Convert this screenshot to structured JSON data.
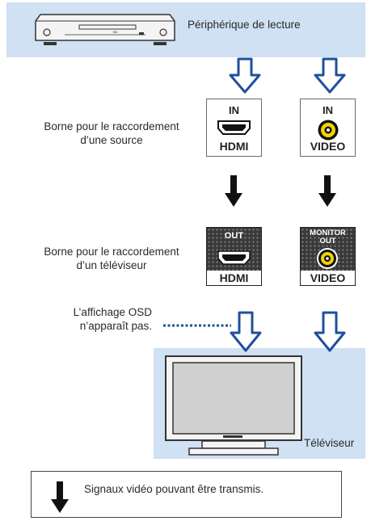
{
  "playback_device": {
    "label": "Périphérique de lecture",
    "icon": "blu-ray-player-icon"
  },
  "source_terminal": {
    "caption_line1": "Borne pour le raccordement",
    "caption_line2": "d’une source",
    "hdmi": {
      "top": "IN",
      "bottom": "HDMI"
    },
    "video": {
      "top": "IN",
      "bottom": "VIDEO"
    }
  },
  "tv_terminal": {
    "caption_line1": "Borne pour le raccordement",
    "caption_line2": "d’un téléviseur",
    "hdmi": {
      "top": "OUT",
      "bottom": "HDMI"
    },
    "video": {
      "top_line1": "MONITOR",
      "top_line2": "OUT",
      "bottom": "VIDEO"
    }
  },
  "osd_note": {
    "line1": "L’affichage OSD",
    "line2": "n’apparaît pas."
  },
  "television": {
    "label": "Téléviseur",
    "icon": "television-icon"
  },
  "legend": {
    "text": "Signaux vidéo pouvant être transmis."
  },
  "colors": {
    "band": "#cfe1f3",
    "open_arrow": "#1f4f9e",
    "solid_arrow": "#111111",
    "rca_yellow": "#f2d400"
  }
}
